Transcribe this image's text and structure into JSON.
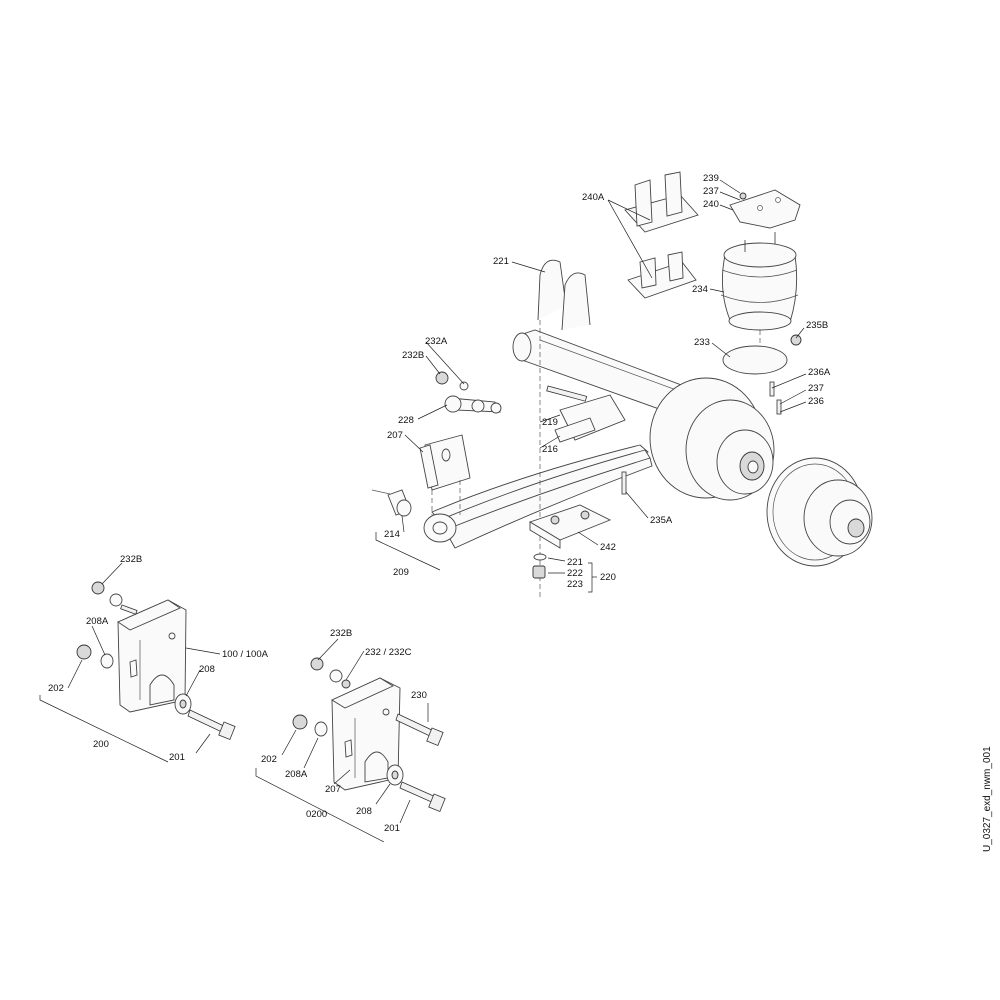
{
  "drawing_id": "U_0327_exd_nwm_001",
  "callouts": {
    "c239": "239",
    "c237_top": "237",
    "c240": "240",
    "c240A": "240A",
    "c221_top": "221",
    "c234": "234",
    "c235B": "235B",
    "c233": "233",
    "c236A": "236A",
    "c237_mid": "237",
    "c236": "236",
    "c232A": "232A",
    "c232B_mid": "232B",
    "c228": "228",
    "c207_mid": "207",
    "c219": "219",
    "c216": "216",
    "c235A": "235A",
    "c214": "214",
    "c209": "209",
    "c242": "242",
    "c221_bottom": "221",
    "c222": "222",
    "c223": "223",
    "c220": "220",
    "c232B_left": "232B",
    "c208A_left": "208A",
    "c100": "100 / 100A",
    "c202_left": "202",
    "c208_left": "208",
    "c200": "200",
    "c201_left": "201",
    "c232B_right": "232B",
    "c232": "232 / 232C",
    "c230": "230",
    "c202_right": "202",
    "c208A_right": "208A",
    "c207_bottom": "207",
    "c0200": "0200",
    "c208_right": "208",
    "c201_right": "201"
  }
}
